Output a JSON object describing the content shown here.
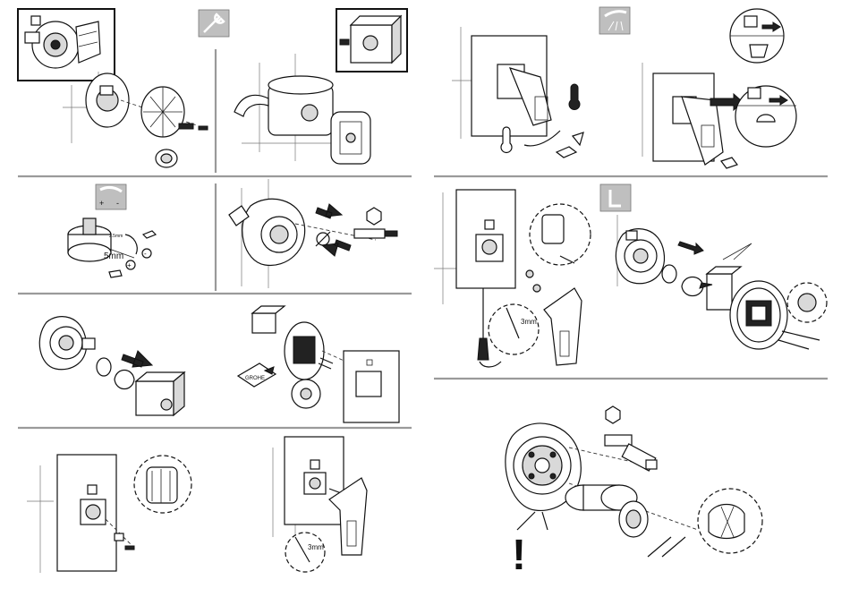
{
  "labels": {
    "tool_gauge_5mm": "5mm",
    "tool_gauge_5mm_small": "2.5mm",
    "hex_key_3mm_left": "3mm",
    "hex_key_3mm_right": "3mm",
    "plus_sign": "+",
    "minus_sign": "-",
    "plus_circle": "+",
    "minus_circle": "-",
    "warning_mark": "!"
  },
  "icons": [
    "wrench-icon",
    "hand-shower-icon",
    "temperature-adjust-icon",
    "hex-key-icon",
    "hex-nut-icon",
    "warning-icon"
  ],
  "colors": {
    "line": "#111111",
    "panel_grey": "#bfbfbf",
    "divider": "#9a9a9a"
  }
}
